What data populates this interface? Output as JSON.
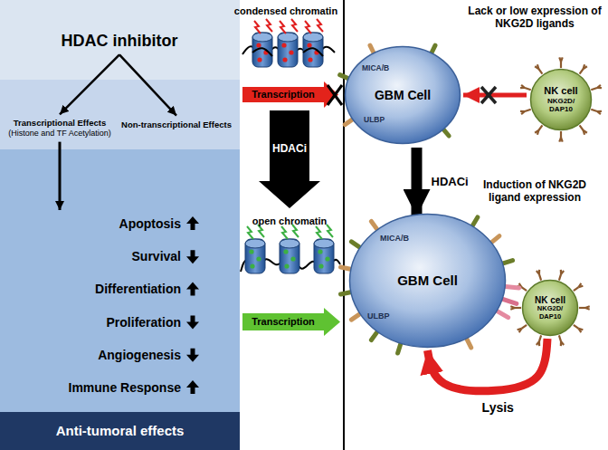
{
  "diagram": {
    "nodes": [
      {
        "text": [
          "HDAC inhibitor"
        ]
      },
      {
        "text": [
          "Transcriptional Effects",
          "(Histone and TF Acetylation)"
        ]
      },
      {
        "text": [
          "Non-transcriptional Effects"
        ]
      },
      {
        "text": [
          "Apoptosis",
          "Survival",
          "Differentiation",
          "Proliferation",
          "Angiogenesis",
          "Immune Response"
        ]
      },
      {
        "text": [
          "Anti-tumoral effects"
        ]
      },
      {
        "text": [
          "Transcription"
        ]
      },
      {
        "text": [
          "Transcription"
        ]
      },
      {
        "text": [
          "GBM Cell"
        ]
      },
      {
        "text": [
          "NK cell",
          "NKG2D/ DAP10"
        ]
      },
      {
        "text": [
          "GBM Cell"
        ]
      },
      {
        "text": [
          "NK cell",
          "NKG2D/ DAP10"
        ]
      }
    ],
    "edges": [
      {
        "from": 0,
        "to": 1,
        "arrow": "to"
      },
      {
        "from": 0,
        "to": 2,
        "arrow": "to"
      },
      {
        "from": 1,
        "to": 3,
        "arrow": "to"
      },
      {
        "from": 8,
        "to": 7,
        "arrow": "to"
      },
      {
        "from": 7,
        "to": 9,
        "arrow": "to",
        "label": "HDACi"
      },
      {
        "from": 10,
        "to": 9,
        "arrow": "to",
        "label": "Lysis"
      }
    ],
    "labels": [
      "condensed chromatin",
      "HDACi",
      "open chromatin",
      "Lack or low expression of NKG2D ligands",
      "MICA/B",
      "ULBP",
      "Induction of NKG2D ligand expression",
      "MICA/B",
      "ULBP"
    ]
  }
}
